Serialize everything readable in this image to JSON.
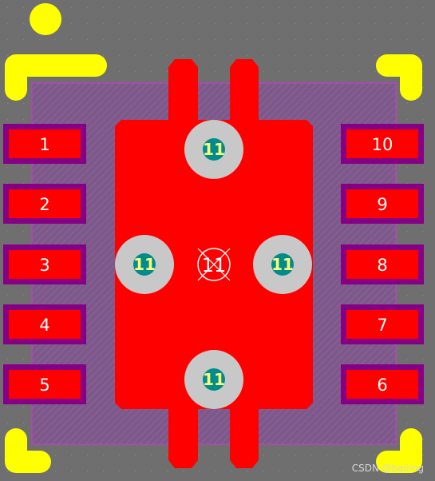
{
  "colors": {
    "background": "#6f6f6f",
    "copper": "#ff0000",
    "soldermask": "#840084",
    "silkscreen": "#ffff00",
    "via_ring": "#c8c8c8",
    "via_drill": "#008c8c",
    "via_label": "#ffff7a",
    "pin_label": "#ffffff"
  },
  "pins_left": [
    {
      "number": "1"
    },
    {
      "number": "2"
    },
    {
      "number": "3"
    },
    {
      "number": "4"
    },
    {
      "number": "5"
    }
  ],
  "pins_right": [
    {
      "number": "10"
    },
    {
      "number": "9"
    },
    {
      "number": "8"
    },
    {
      "number": "7"
    },
    {
      "number": "6"
    }
  ],
  "thermal_pad": {
    "vias": [
      {
        "label": "11"
      },
      {
        "label": "11"
      },
      {
        "label": "11"
      },
      {
        "label": "11"
      }
    ],
    "center_label": "11"
  },
  "watermark": "CSDN @baiiing"
}
